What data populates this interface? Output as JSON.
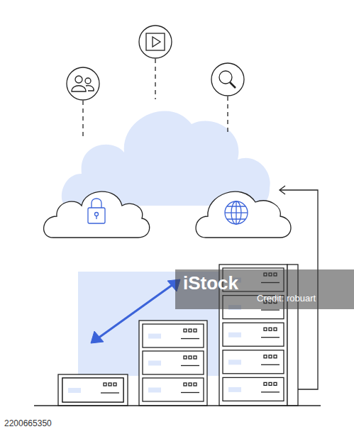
{
  "diagram": {
    "labels": [
      "iStock",
      "Credit: robuart",
      "2200665350"
    ]
  }
}
